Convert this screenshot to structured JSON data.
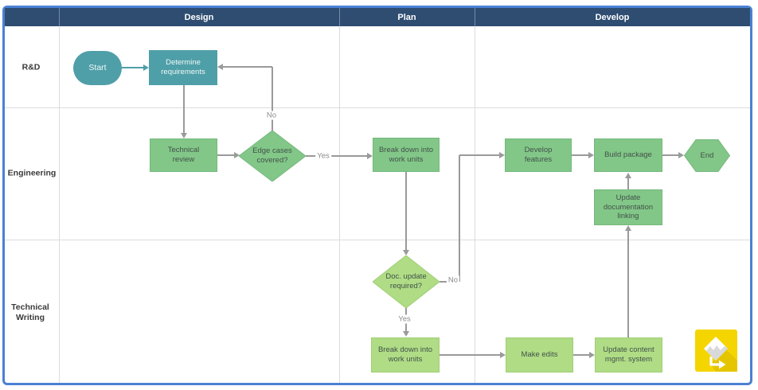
{
  "header": {
    "columns": [
      {
        "label": "Design"
      },
      {
        "label": "Plan"
      },
      {
        "label": "Develop"
      }
    ]
  },
  "lanes": [
    {
      "label": "R&D"
    },
    {
      "label": "Engineering"
    },
    {
      "label": "Technical Writing"
    }
  ],
  "shapes": {
    "start": {
      "label": "Start",
      "type": "terminator"
    },
    "determine_requirements": {
      "label": "Determine requirements",
      "type": "process"
    },
    "technical_review": {
      "label": "Technical review",
      "type": "process"
    },
    "edge_cases_covered": {
      "label": "Edge cases covered?",
      "type": "decision"
    },
    "break_down_work_units_plan": {
      "label": "Break down into work units",
      "type": "process"
    },
    "develop_features": {
      "label": "Develop features",
      "type": "process"
    },
    "build_package": {
      "label": "Build package",
      "type": "process"
    },
    "end": {
      "label": "End",
      "type": "terminator"
    },
    "update_documentation_linking": {
      "label": "Update documentation linking",
      "type": "process"
    },
    "doc_update_required": {
      "label": "Doc. update required?",
      "type": "decision"
    },
    "break_down_work_units_writing": {
      "label": "Break down into work units",
      "type": "process"
    },
    "make_edits": {
      "label": "Make edits",
      "type": "process"
    },
    "update_content_mgmt_system": {
      "label": "Update content mgmt. system",
      "type": "process"
    }
  },
  "edge_labels": {
    "edge_cases_no": "No",
    "edge_cases_yes": "Yes",
    "doc_update_no": "No",
    "doc_update_yes": "Yes"
  },
  "colors": {
    "header_blue": "#2e4d71",
    "frame_blue": "#4a81d4",
    "teal": "#4f9fa8",
    "green": "#82c788",
    "light_green": "#afdc85",
    "connector_gray": "#9a9a9a",
    "logo_yellow": "#f4d500"
  },
  "logo": {
    "name": "flowchart-app-logo"
  }
}
